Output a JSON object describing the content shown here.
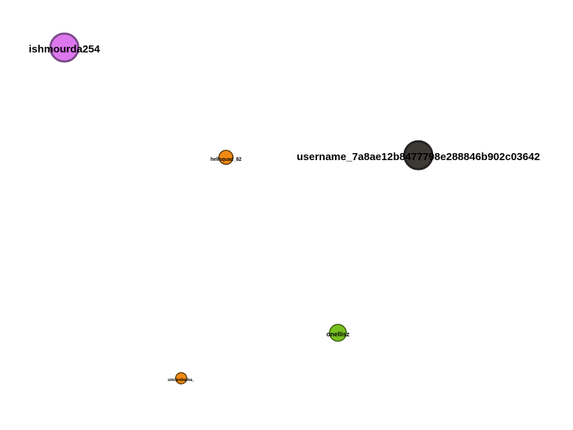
{
  "graph": {
    "nodes": [
      {
        "id": "ishmourda254",
        "label": "ishmourda254",
        "fill": "#dd77ee",
        "stroke": "#7a4a8a"
      },
      {
        "id": "username_7a8ae12b8477798e288846b902c03642",
        "label": "username_7a8ae12b8477798e288846b902c03642",
        "fill": "#3d3a35",
        "stroke": "#222222"
      },
      {
        "id": "hellsquad_82",
        "label": "hellsquad_82",
        "fill": "#f08a12",
        "stroke": "#5a3a10"
      },
      {
        "id": "onellisz",
        "label": "onellisz",
        "fill": "#77c020",
        "stroke": "#3a5a10"
      },
      {
        "id": "uncleobama_",
        "label": "uncleobama_",
        "fill": "#f08a12",
        "stroke": "#5a3a10"
      }
    ]
  }
}
